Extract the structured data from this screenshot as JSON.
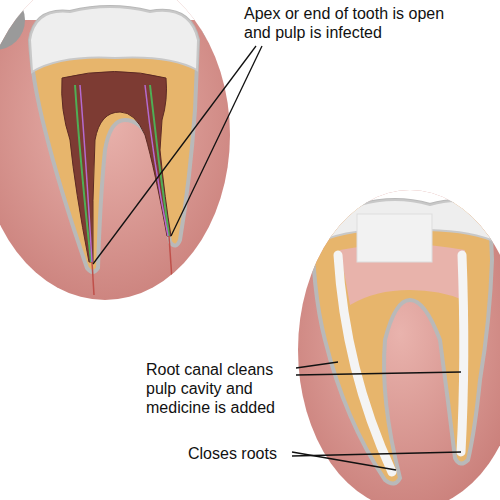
{
  "diagram": {
    "labels": [
      "Apex or end of tooth is open and pulp is infected",
      "Root canal cleans pulp cavity and medicine is added",
      "Closes roots"
    ]
  }
}
